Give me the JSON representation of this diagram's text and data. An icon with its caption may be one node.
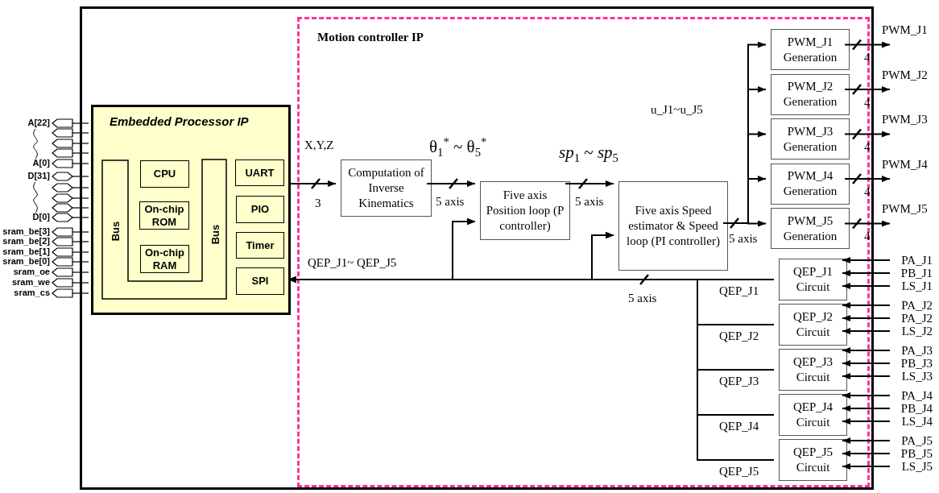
{
  "diagram": {
    "nodes": [
      {
        "text": [],
        "shape": "box"
      },
      {
        "text": [
          "Motion controller IP"
        ],
        "in": 0
      },
      {
        "text": [
          "Embedded Processor IP"
        ],
        "in": 0
      },
      {
        "text": [
          "Bus",
          "Bus"
        ],
        "in": 2
      },
      {
        "text": [
          "CPU"
        ],
        "in": 2
      },
      {
        "text": [
          "On-chip ROM"
        ],
        "in": 2
      },
      {
        "text": [
          "On-chip RAM"
        ],
        "in": 2
      },
      {
        "text": [
          "UART"
        ],
        "in": 2
      },
      {
        "text": [
          "PIO"
        ],
        "in": 2
      },
      {
        "text": [
          "Timer"
        ],
        "in": 2
      },
      {
        "text": [
          "SPI"
        ],
        "in": 2
      },
      {
        "text": [
          "Computation of Inverse Kinematics"
        ],
        "in": 1
      },
      {
        "text": [
          "Five axis Position loop (P controller)"
        ],
        "in": 1
      },
      {
        "text": [
          "Five axis Speed estimator & Speed loop (PI controller)"
        ],
        "in": 1,
        "beside": [
          "5 axis"
        ]
      },
      {
        "text": [
          "PWM_J1 Generation"
        ],
        "in": 1,
        "beside": [
          "4"
        ]
      },
      {
        "text": [
          "PWM_J2 Generation"
        ],
        "in": 1,
        "beside": [
          "4"
        ]
      },
      {
        "text": [
          "PWM_J3 Generation"
        ],
        "in": 1,
        "beside": [
          "4"
        ]
      },
      {
        "text": [
          "PWM_J4 Generation"
        ],
        "in": 1,
        "beside": [
          "4"
        ]
      },
      {
        "text": [
          "PWM_J5 Generation"
        ],
        "in": 1,
        "beside": [
          "4"
        ]
      },
      {
        "text": [
          "QEP_J1 Circuit"
        ],
        "in": 1
      },
      {
        "text": [
          "QEP_J2 Circuit"
        ],
        "in": 1
      },
      {
        "text": [
          "QEP_J3 Circuit"
        ],
        "in": 1
      },
      {
        "text": [
          "QEP_J4 Circuit"
        ],
        "in": 1
      },
      {
        "text": [
          "QEP_J5 Circuit"
        ],
        "in": 1
      }
    ],
    "edges": [
      {
        "from": 2,
        "to": 11,
        "arrow": "to",
        "label": "X,Y,Z"
      },
      {
        "from": 11,
        "to": 12,
        "arrow": "to",
        "label": "θ$_{1}$$^{*}$ ~ θ$_{5}$$^{*}$"
      },
      {
        "from": 12,
        "to": 13,
        "arrow": "to",
        "label": "*sp*$_{1}$ ~ *sp*$_{5}$"
      },
      {
        "from": 13,
        "to": 14,
        "arrow": "to"
      },
      {
        "from": 13,
        "to": 15,
        "arrow": "to"
      },
      {
        "from": 13,
        "to": 16,
        "arrow": "to"
      },
      {
        "from": 13,
        "to": 17,
        "arrow": "to"
      },
      {
        "from": 13,
        "to": 18,
        "arrow": "to"
      },
      {
        "from": 14,
        "to": null,
        "arrow": "to",
        "label": "PWM_J1"
      },
      {
        "from": 15,
        "to": null,
        "arrow": "to",
        "label": "PWM_J2"
      },
      {
        "from": 16,
        "to": null,
        "arrow": "to",
        "label": "PWM_J3"
      },
      {
        "from": 17,
        "to": null,
        "arrow": "to",
        "label": "PWM_J4"
      },
      {
        "from": 18,
        "to": null,
        "arrow": "to",
        "label": "PWM_J5"
      },
      {
        "from": null,
        "to": 19,
        "arrow": "to",
        "label": "PA_J1"
      },
      {
        "from": null,
        "to": 19,
        "arrow": "to",
        "label": "PB_J1"
      },
      {
        "from": null,
        "to": 19,
        "arrow": "to",
        "label": "LS_J1"
      },
      {
        "from": null,
        "to": 20,
        "arrow": "to",
        "label": "PA_J2"
      },
      {
        "from": null,
        "to": 20,
        "arrow": "to",
        "label": "PA_J2"
      },
      {
        "from": null,
        "to": 20,
        "arrow": "to",
        "label": "LS_J2"
      },
      {
        "from": null,
        "to": 21,
        "arrow": "to",
        "label": "PA_J3"
      },
      {
        "from": null,
        "to": 21,
        "arrow": "to",
        "label": "PB_J3"
      },
      {
        "from": null,
        "to": 21,
        "arrow": "to",
        "label": "LS_J3"
      },
      {
        "from": null,
        "to": 22,
        "arrow": "to",
        "label": "PA_J4"
      },
      {
        "from": null,
        "to": 22,
        "arrow": "to",
        "label": "PB_J4"
      },
      {
        "from": null,
        "to": 22,
        "arrow": "to",
        "label": "LS_J4"
      },
      {
        "from": null,
        "to": 23,
        "arrow": "to",
        "label": "PA_J5"
      },
      {
        "from": null,
        "to": 23,
        "arrow": "to",
        "label": "PB_J5"
      },
      {
        "from": null,
        "to": 23,
        "arrow": "to",
        "label": "LS_J5"
      },
      {
        "from": 19,
        "to": 2,
        "arrow": "to",
        "label": "QEP_J1"
      },
      {
        "from": 20,
        "to": 2,
        "arrow": "to",
        "label": "QEP_J2"
      },
      {
        "from": 21,
        "to": 2,
        "arrow": "to",
        "label": "QEP_J3"
      },
      {
        "from": 22,
        "to": 2,
        "arrow": "to",
        "label": "QEP_J4"
      },
      {
        "from": 23,
        "to": 2,
        "arrow": "to",
        "label": "QEP_J5"
      },
      {
        "from": 19,
        "to": 12,
        "arrow": "to"
      },
      {
        "from": 20,
        "to": 12,
        "arrow": "to"
      },
      {
        "from": 21,
        "to": 12,
        "arrow": "to"
      },
      {
        "from": 22,
        "to": 12,
        "arrow": "to"
      },
      {
        "from": 23,
        "to": 12,
        "arrow": "to"
      },
      {
        "from": 19,
        "to": 13,
        "arrow": "to"
      },
      {
        "from": 20,
        "to": 13,
        "arrow": "to"
      },
      {
        "from": 21,
        "to": 13,
        "arrow": "to"
      },
      {
        "from": 22,
        "to": 13,
        "arrow": "to"
      },
      {
        "from": 23,
        "to": 13,
        "arrow": "to"
      }
    ],
    "labels": [
      "A[22]",
      "A[0]",
      "D[31]",
      "D[0]",
      "sram_be[3]",
      "sram_be[2]",
      "sram_be[1]",
      "sram_be[0]",
      "sram_oe",
      "sram_we",
      "sram_cs",
      "3",
      "5 axis",
      "5 axis",
      "u_J1~u_J5",
      "5 axis",
      "QEP_J1~ QEP_J5"
    ]
  }
}
